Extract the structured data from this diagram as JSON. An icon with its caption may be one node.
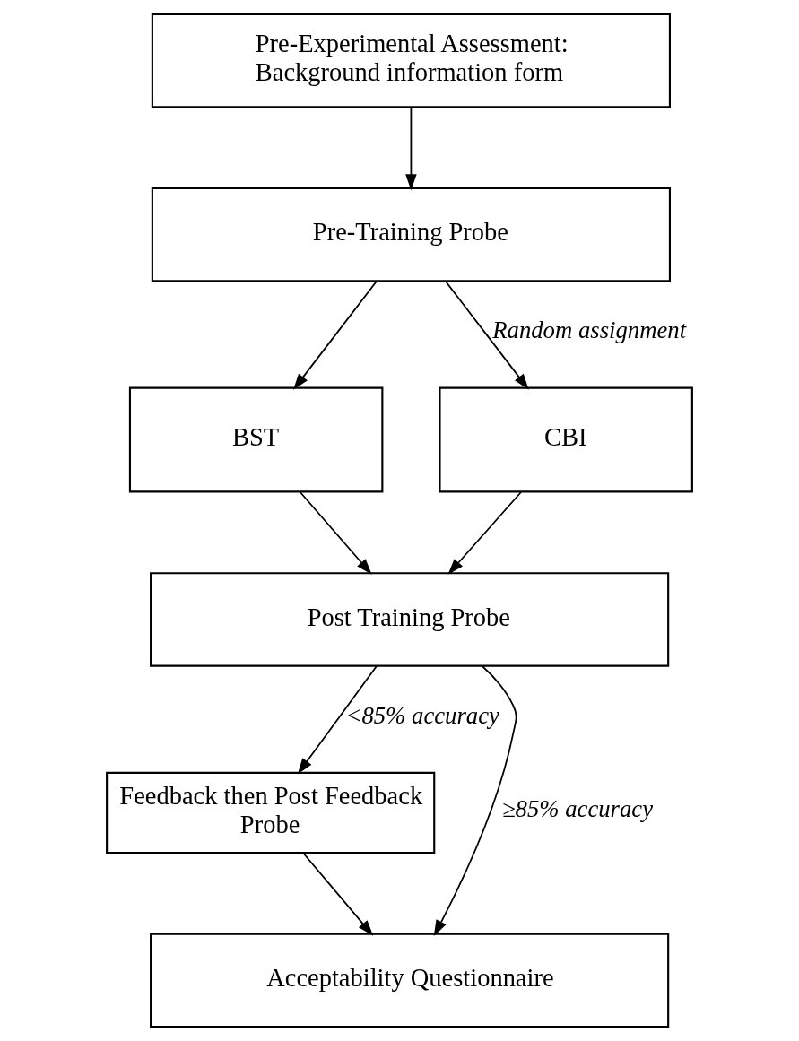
{
  "diagram": {
    "nodes": [
      {
        "text": [
          "Pre-Experimental Assessment: Background information form"
        ]
      },
      {
        "text": [
          "Pre-Training Probe"
        ]
      },
      {
        "text": [
          "BST"
        ]
      },
      {
        "text": [
          "CBI"
        ]
      },
      {
        "text": [
          "Post Training Probe"
        ]
      },
      {
        "text": [
          "Feedback then Post Feedback Probe"
        ]
      },
      {
        "text": [
          "Acceptability Questionnaire"
        ]
      }
    ],
    "edges": [
      {
        "from": 0,
        "to": 1,
        "arrow": "to"
      },
      {
        "from": 1,
        "to": 2,
        "arrow": "to"
      },
      {
        "from": 1,
        "to": 3,
        "arrow": "to",
        "label": "Random assignment"
      },
      {
        "from": 2,
        "to": 4,
        "arrow": "to"
      },
      {
        "from": 3,
        "to": 4,
        "arrow": "to"
      },
      {
        "from": 4,
        "to": 6,
        "arrow": "to",
        "label": "≥85% accuracy"
      },
      {
        "from": 4,
        "to": 5,
        "arrow": "to",
        "label": "<85% accuracy"
      },
      {
        "from": 5,
        "to": 6,
        "arrow": "to"
      }
    ]
  }
}
